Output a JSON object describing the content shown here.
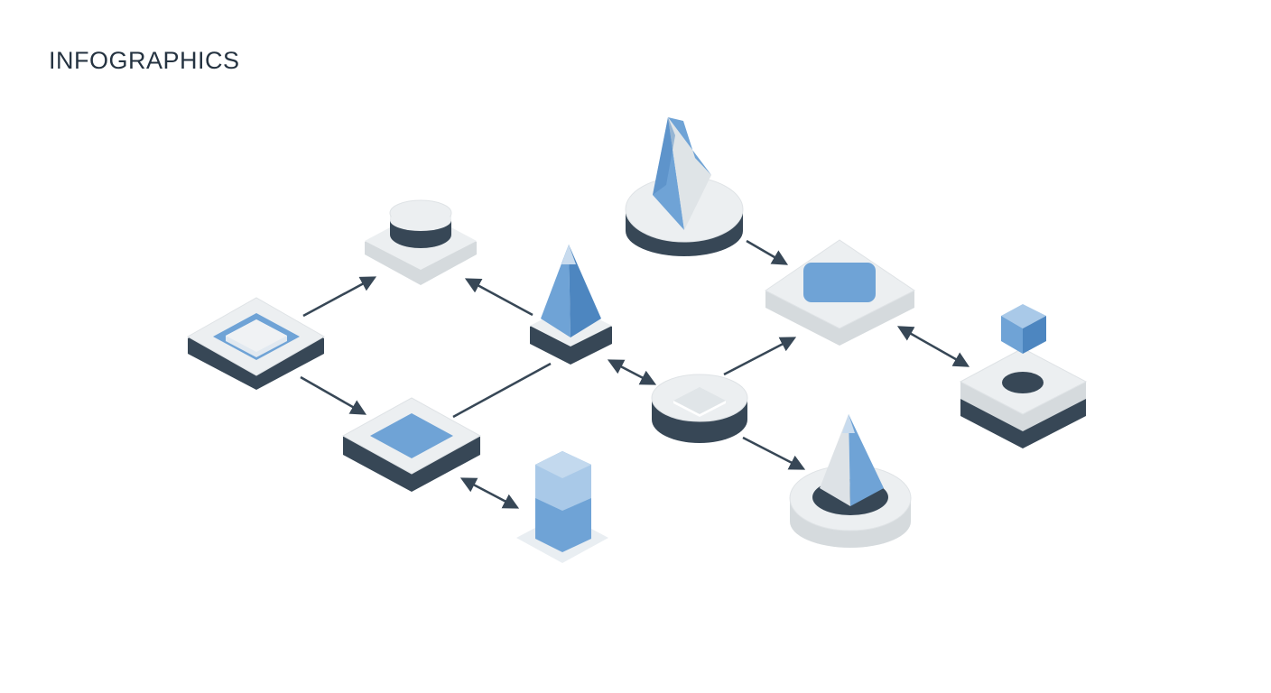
{
  "header": {
    "title": "INFOGRAPHICS"
  },
  "colors": {
    "dark": "#374756",
    "light_top": "#eceff1",
    "light_side": "#d5dadd",
    "blue": "#6fa3d6",
    "blue_light": "#a9c9e8",
    "blue_dark": "#4d86c0",
    "arrow": "#374756"
  },
  "nodes": [
    {
      "id": "square-frame-tile",
      "shape": "tile-with-frame"
    },
    {
      "id": "puck-tile",
      "shape": "tile-with-puck"
    },
    {
      "id": "blue-inset-tile-left",
      "shape": "tile-with-blue-inset"
    },
    {
      "id": "blue-column",
      "shape": "column"
    },
    {
      "id": "pyramid-block",
      "shape": "pyramid-on-block"
    },
    {
      "id": "center-disc",
      "shape": "disc"
    },
    {
      "id": "wedge-disc",
      "shape": "wedge-on-disc"
    },
    {
      "id": "blue-inset-tile-right",
      "shape": "tile-with-blue-inset"
    },
    {
      "id": "cube-tile",
      "shape": "cube-over-tile"
    },
    {
      "id": "cone-disc",
      "shape": "cone-on-disc"
    }
  ],
  "connectors": [
    {
      "from": "square-frame-tile",
      "to": "puck-tile",
      "kind": "arrow"
    },
    {
      "from": "square-frame-tile",
      "to": "blue-inset-tile-left",
      "kind": "arrow"
    },
    {
      "from": "pyramid-block",
      "to": "puck-tile",
      "kind": "arrow"
    },
    {
      "from": "blue-inset-tile-left",
      "to": "pyramid-block",
      "kind": "line"
    },
    {
      "from": "blue-inset-tile-left",
      "to": "blue-column",
      "kind": "double-arrow"
    },
    {
      "from": "pyramid-block",
      "to": "center-disc",
      "kind": "double-arrow"
    },
    {
      "from": "center-disc",
      "to": "blue-inset-tile-right",
      "kind": "arrow"
    },
    {
      "from": "center-disc",
      "to": "cone-disc",
      "kind": "arrow"
    },
    {
      "from": "wedge-disc",
      "to": "blue-inset-tile-right",
      "kind": "arrow"
    },
    {
      "from": "blue-inset-tile-right",
      "to": "cube-tile",
      "kind": "double-arrow"
    }
  ]
}
